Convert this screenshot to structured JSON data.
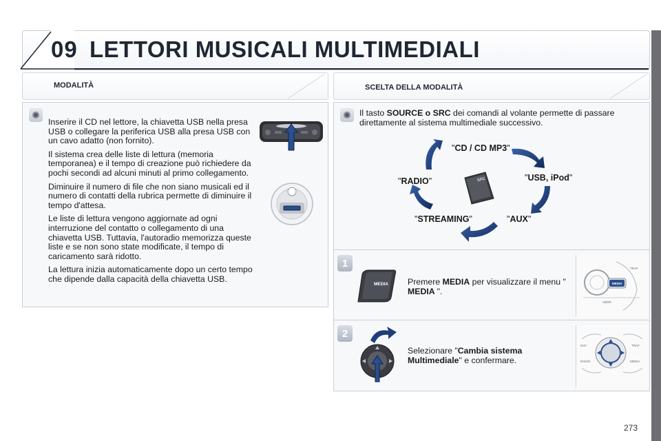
{
  "header": {
    "chapter_number": "09",
    "title": "LETTORI MUSICALI MULTIMEDIALI"
  },
  "left": {
    "section_title": "MODALITÀ",
    "paragraphs": [
      "Inserire il CD nel lettore, la chiavetta USB nella presa USB o collegare la periferica USB alla presa USB con un cavo adatto (non fornito).",
      "Il sistema crea delle liste di lettura (memoria temporanea) e il tempo di creazione può richiedere da pochi secondi ad alcuni minuti al primo collegamento.",
      "Diminuire il numero di file che non siano musicali ed il numero di contatti della rubrica permette di diminuire il tempo d'attesa.",
      "Le liste di lettura vengono aggiornate ad ogni interruzione del contatto o collegamento di una chiavetta USB. Tuttavia, l'autoradio memorizza queste liste e se non sono state modificate, il tempo di caricamento sarà ridotto.",
      "La lettura inizia automaticamente dopo un certo tempo che dipende dalla capacità della chiavetta USB."
    ]
  },
  "right": {
    "section_title": "SCELTA DELLA MODALITÀ",
    "intro_prefix": "Il tasto ",
    "intro_bold": "SOURCE o SRC",
    "intro_suffix": " dei comandi al volante permette di passare direttamente al sistema multimediale successivo.",
    "cycle": {
      "cd": "CD / CD MP3",
      "usb": "USB, iPod",
      "aux": "AUX",
      "streaming": "STREAMING",
      "radio": "RADIO",
      "src_button": "SRC"
    },
    "step1": {
      "number": "1",
      "button_label": "MEDIA",
      "text_prefix": "Premere ",
      "text_bold": "MEDIA",
      "text_mid": " per visualizzare il menu \"",
      "text_bold2": " MEDIA ",
      "text_suffix": "\".",
      "panel_labels": {
        "media": "MEDIA",
        "traf": "TRAF",
        "addr": "ADDR"
      }
    },
    "step2": {
      "number": "2",
      "text_prefix": "Selezionare \"",
      "text_bold": "Cambia sistema Multimediale",
      "text_suffix": "\" e confermare.",
      "panel_labels": {
        "nav": "NAV",
        "traf": "TRAF",
        "radio": "RADIO",
        "media": "MEDIA"
      }
    }
  },
  "footer": {
    "page_number": "273"
  },
  "colors": {
    "arrow_blue": "#1f3f7a",
    "title_dark": "#1f2733",
    "rail_gray": "#6e6e72"
  }
}
